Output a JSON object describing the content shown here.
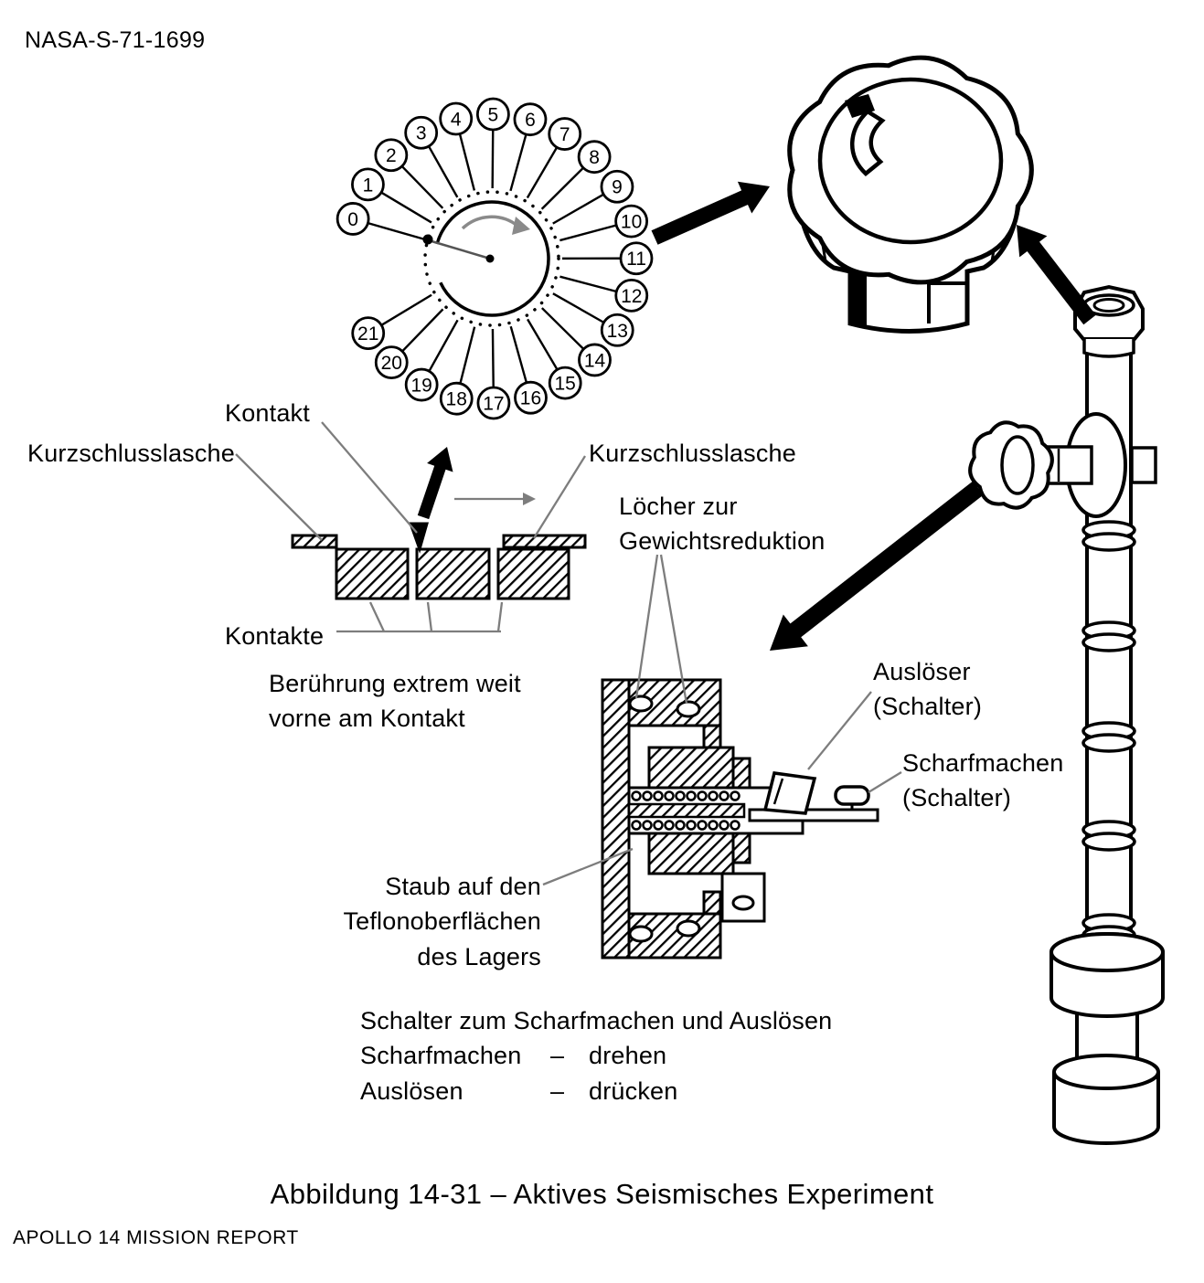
{
  "page": {
    "header_code": "NASA-S-71-1699",
    "caption": "Abbildung 14-31 – Aktives Seismisches Experiment",
    "footer": "APOLLO 14 MISSION REPORT"
  },
  "dial": {
    "positions": [
      "0",
      "1",
      "2",
      "3",
      "4",
      "5",
      "6",
      "7",
      "8",
      "9",
      "10",
      "11",
      "12",
      "13",
      "14",
      "15",
      "16",
      "17",
      "18",
      "19",
      "20",
      "21"
    ]
  },
  "labels": {
    "kontakt": "Kontakt",
    "kurzschlusslasche_left": "Kurzschlusslasche",
    "kurzschlusslasche_right": "Kurzschlusslasche",
    "kontakte": "Kontakte",
    "beruehrung_line1": "Berührung extrem weit",
    "beruehrung_line2": "vorne am Kontakt",
    "loecher_line1": "Löcher zur",
    "loecher_line2": "Gewichtsreduktion",
    "ausloeser_line1": "Auslöser",
    "ausloeser_line2": "(Schalter)",
    "scharfmachen_line1": "Scharfmachen",
    "scharfmachen_line2": "(Schalter)",
    "staub_line1": "Staub auf den",
    "staub_line2": "Teflonoberflächen",
    "staub_line3": "des Lagers"
  },
  "switch_note": {
    "heading": "Schalter zum Scharfmachen und Auslösen",
    "rows": [
      {
        "term": "Scharfmachen",
        "dash": "–",
        "action": "drehen"
      },
      {
        "term": "Auslösen",
        "dash": "–",
        "action": "drücken"
      }
    ]
  }
}
